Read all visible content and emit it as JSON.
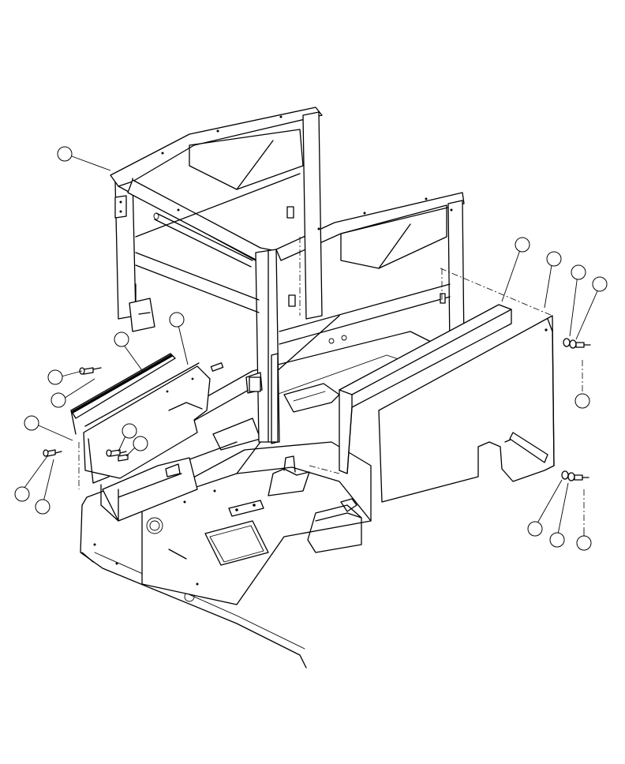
{
  "diagram": {
    "callouts": [
      {
        "id": "c1",
        "label": ""
      },
      {
        "id": "c2",
        "label": ""
      },
      {
        "id": "c3",
        "label": ""
      },
      {
        "id": "c4",
        "label": ""
      },
      {
        "id": "c5",
        "label": ""
      },
      {
        "id": "c6",
        "label": ""
      },
      {
        "id": "c7",
        "label": ""
      },
      {
        "id": "c8",
        "label": ""
      },
      {
        "id": "c9",
        "label": ""
      },
      {
        "id": "c10",
        "label": ""
      },
      {
        "id": "c11",
        "label": ""
      },
      {
        "id": "c12",
        "label": ""
      },
      {
        "id": "c13",
        "label": ""
      },
      {
        "id": "c14",
        "label": ""
      },
      {
        "id": "c15",
        "label": ""
      },
      {
        "id": "c16",
        "label": ""
      },
      {
        "id": "c17",
        "label": ""
      },
      {
        "id": "c18",
        "label": ""
      },
      {
        "id": "c19",
        "label": ""
      },
      {
        "id": "c20",
        "label": ""
      }
    ],
    "colors": {
      "line": "#000000",
      "background": "#ffffff"
    }
  }
}
